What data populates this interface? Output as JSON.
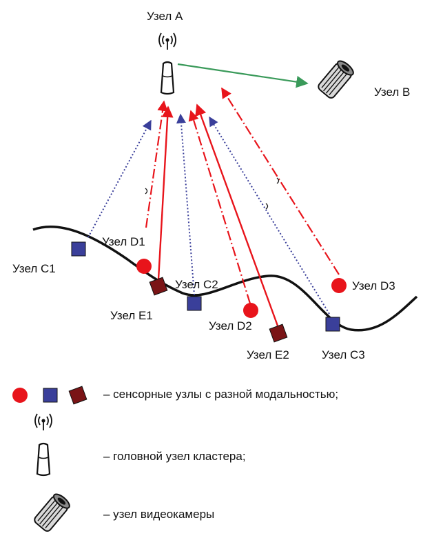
{
  "nodes": {
    "node_a": "Узел A",
    "node_b": "Узел B",
    "node_c1": "Узел C1",
    "node_c2": "Узел C2",
    "node_c3": "Узел C3",
    "node_d1": "Узел D1",
    "node_d2": "Узел D2",
    "node_d3": "Узел D3",
    "node_e1": "Узел E1",
    "node_e2": "Узел E2"
  },
  "legend": {
    "sensor_nodes": "– сенсорные узлы с разной модальностью;",
    "cluster_head": "– головной узел кластера;",
    "camera_node": "– узел видеокамеры"
  },
  "colors": {
    "red_node": "#e8141b",
    "blue_node": "#3a3f9a",
    "maroon_node": "#7a1416",
    "red_link": "#e8141b",
    "blue_link": "#3a3f9a",
    "green_link": "#3a9a5a",
    "terrain": "#111111"
  },
  "icons": {
    "cluster_head": "antenna-tower-icon",
    "camera": "video-camera-icon"
  }
}
